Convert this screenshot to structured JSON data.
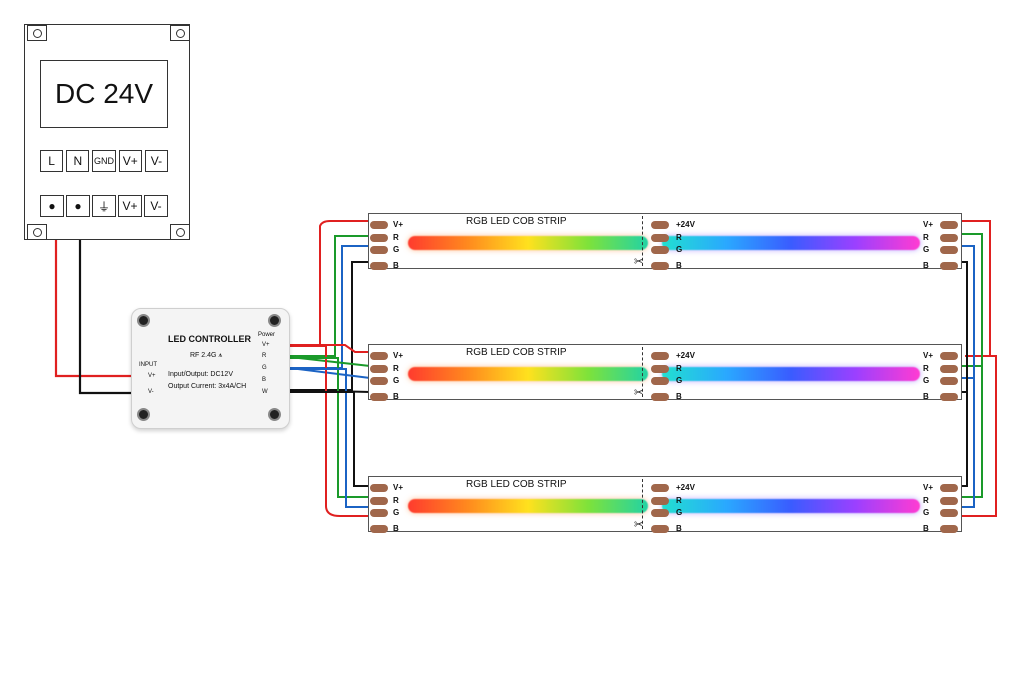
{
  "power_supply": {
    "display": "DC 24V",
    "labels": [
      "L",
      "N",
      "GND",
      "V+",
      "V-"
    ],
    "terminals": [
      "●",
      "●",
      "⏚",
      "V+",
      "V-"
    ]
  },
  "controller": {
    "title": "LED CONTROLLER",
    "rf": "RF 2.4G",
    "io": "Input/Output: DC12V",
    "current": "Output Current: 3x4A/CH",
    "input_label": "INPUT",
    "input_pins": [
      "V+",
      "V-"
    ],
    "power_label": "Power",
    "output_pins": [
      "V+",
      "R",
      "G",
      "B",
      "W"
    ]
  },
  "strip": {
    "title": "RGB LED COB STRIP",
    "left_pads": [
      "V+",
      "R",
      "G",
      "B"
    ],
    "mid_pads": [
      "+24V",
      "R",
      "G",
      "B"
    ],
    "right_pads": [
      "V+",
      "R",
      "G",
      "B"
    ],
    "count": 3
  },
  "icons": {
    "scissors": "scissors-icon",
    "wifi": "wifi-icon",
    "ground": "ground-icon"
  },
  "colors": {
    "wire_red": "#e02020",
    "wire_black": "#111111",
    "wire_green": "#1a9a2a",
    "wire_blue": "#1b63c4",
    "pad_copper": "#a0674b"
  }
}
